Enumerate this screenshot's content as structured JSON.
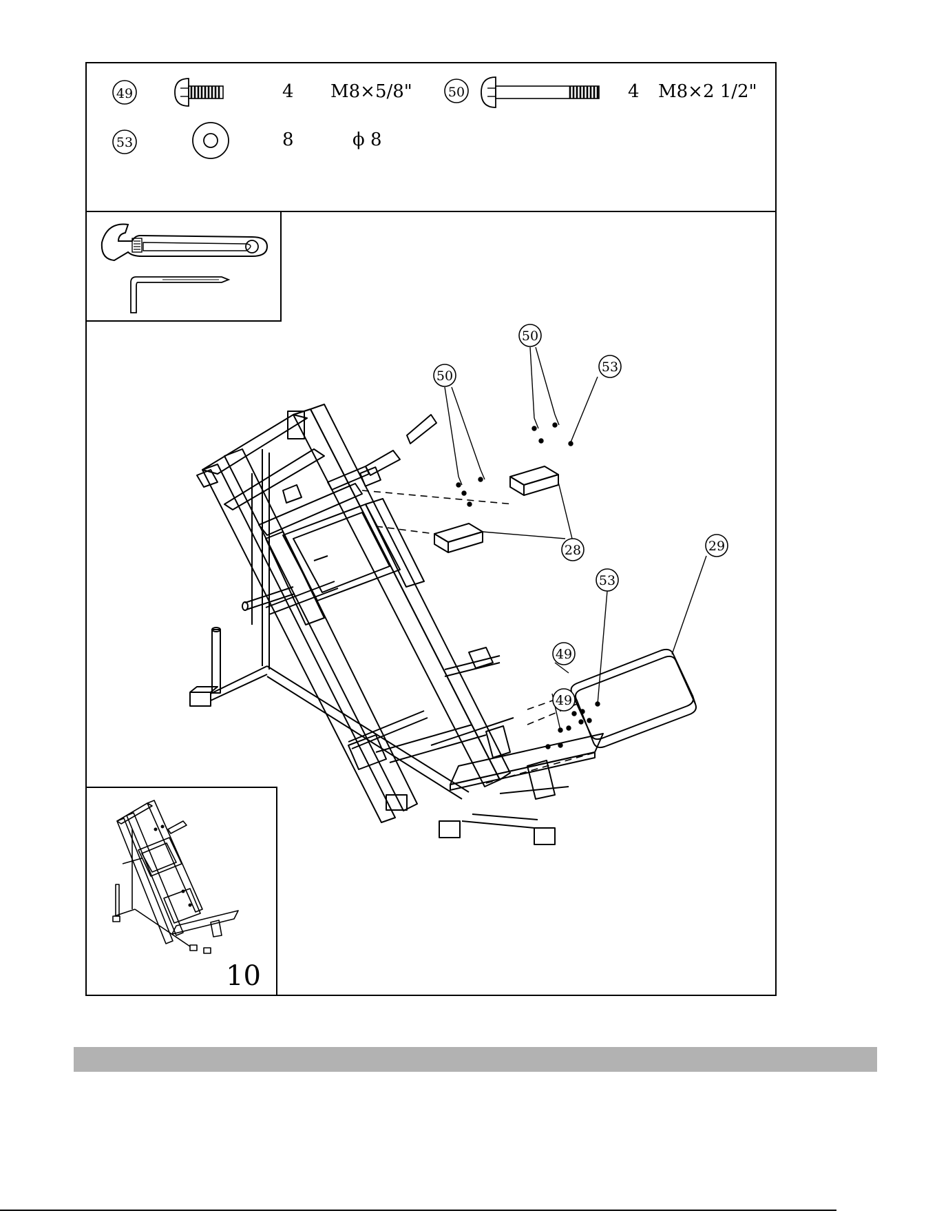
{
  "hardware": [
    {
      "part": "49",
      "qty": "4",
      "size": "M8×5/8\""
    },
    {
      "part": "50",
      "qty": "4",
      "size": "M8×2  1/2\""
    },
    {
      "part": "53",
      "qty": "8",
      "size": "ϕ 8"
    }
  ],
  "callouts": {
    "c50a": "50",
    "c50b": "50",
    "c53a": "53",
    "c28": "28",
    "c29": "29",
    "c53b": "53",
    "c49a": "49",
    "c49b": "49"
  },
  "step_number": "10",
  "icons": {
    "wrench": "adjustable-wrench-icon",
    "hex_key": "hex-key-icon",
    "bolt_short": "button-head-bolt-short-icon",
    "bolt_long": "button-head-bolt-long-icon",
    "washer": "flat-washer-icon"
  }
}
